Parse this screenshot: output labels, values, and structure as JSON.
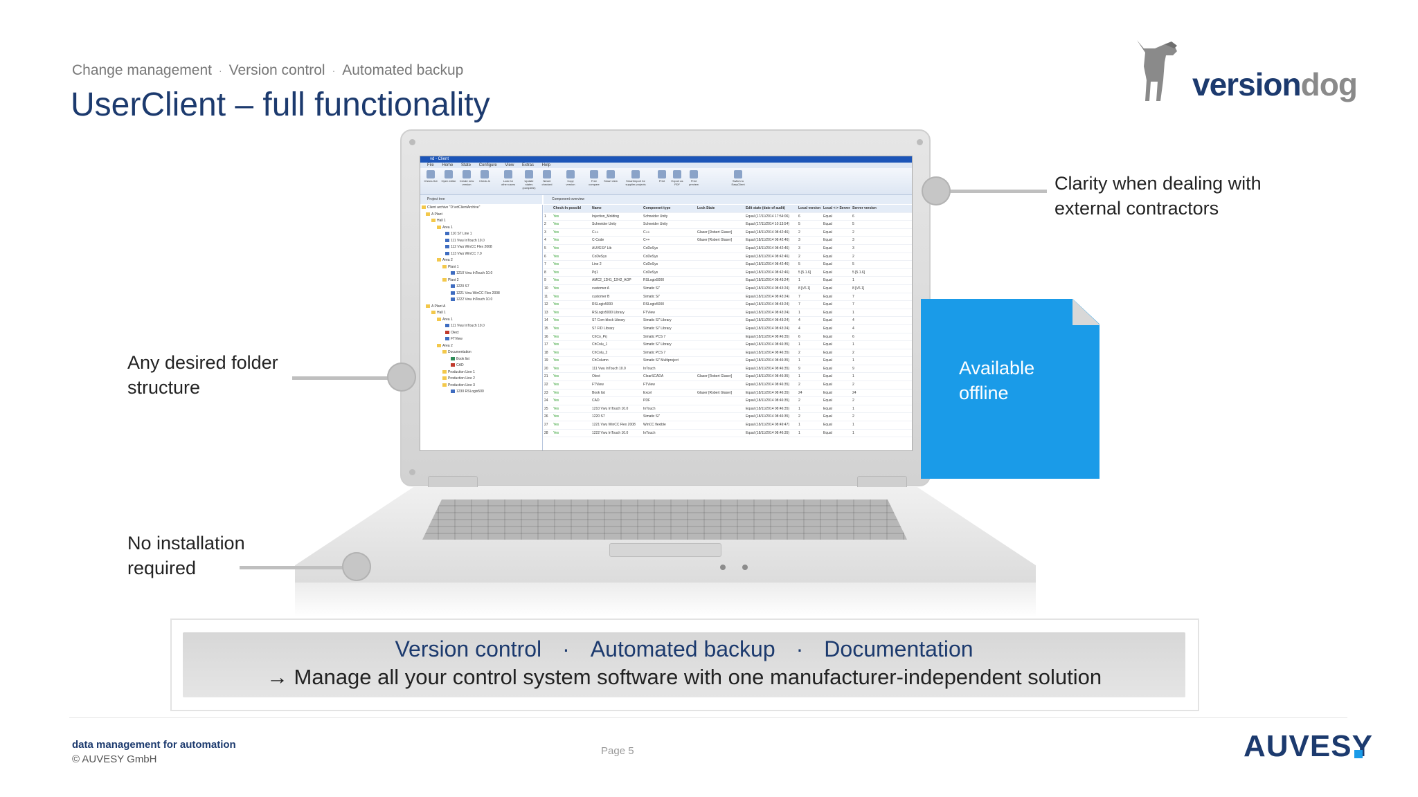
{
  "header": {
    "breadcrumbs": [
      "Change management",
      "Version control",
      "Automated backup"
    ],
    "title": "UserClient – full functionality",
    "logo_text_1": "version",
    "logo_text_2": "dog"
  },
  "callouts": {
    "clarity": "Clarity when dealing with external contractors",
    "folder": "Any desired folder structure",
    "install": "No installation required",
    "offline": "Available offline"
  },
  "app": {
    "window_title": "vd - Client",
    "menu": [
      "File",
      "Home",
      "State",
      "Configure",
      "View",
      "Extras",
      "Help"
    ],
    "ribbon": [
      "Check-Out",
      "Open editor",
      "Create new version",
      "Check-In",
      "Lock for other users",
      "Update states (complete)",
      "Newer checked",
      "Copy version",
      "Free compare",
      "Smart view",
      "SmartImport for supplier projects",
      "Print",
      "Export as PDF",
      "Print preview",
      "Switch to EasyClient"
    ],
    "tree_title": "Project tree",
    "tree": [
      "Client archive \"D:\\vdClientArchive\"",
      "A Plant",
      "Hall 1",
      "Area 1",
      "110 S7 Line 1",
      "111 Vwu InTouch 10.0",
      "112 Vwu WinCC Flex 2008",
      "113 Vwu WinCC 7.0",
      "Area 2",
      "Plant 1",
      "1210 Vwu InTouch 10.0",
      "Plant 2",
      "1220 S7",
      "1221 Vwu WinCC Flex 2008",
      "1222 Vwu InTouch 10.0",
      "A Plant A",
      "Hall 1",
      "Area 1",
      "111 Vwu InTouch 10.0",
      "Olect",
      "FTView",
      "Area 2",
      "Documentation",
      "Book list",
      "CAD",
      "Production Line 1",
      "Production Line 2",
      "Production Line 3",
      "1230 RSLogix500"
    ],
    "grid_title": "Component overview",
    "columns": [
      "Check-In possible",
      "Name",
      "Component type",
      "Lock State",
      "Edit state (date of audit)",
      "Local version",
      "Local <-> Server",
      "Server version"
    ],
    "rows": [
      [
        "1",
        "Yes",
        "Injection_Molding",
        "Schneider Unity",
        "",
        "Equal (17/11/2014 17:54:06)",
        "6",
        "Equal",
        "6"
      ],
      [
        "2",
        "Yes",
        "Schneider Unity",
        "Schneider Unity",
        "",
        "Equal (17/11/2014 10:13:54)",
        "5",
        "Equal",
        "5"
      ],
      [
        "3",
        "Yes",
        "C++",
        "C++",
        "Glaser [Robert Glaser]",
        "Equal (18/11/2014 08:42:46)",
        "2",
        "Equal",
        "2"
      ],
      [
        "4",
        "Yes",
        "C-Code",
        "C++",
        "Glaser [Robert Glaser]",
        "Equal (18/11/2014 08:42:46)",
        "3",
        "Equal",
        "3"
      ],
      [
        "5",
        "Yes",
        "AUVESY Lib",
        "CoDeSys",
        "",
        "Equal (18/11/2014 08:42:46)",
        "3",
        "Equal",
        "3"
      ],
      [
        "6",
        "Yes",
        "CoDeSys",
        "CoDeSys",
        "",
        "Equal (18/11/2014 08:42:46)",
        "2",
        "Equal",
        "2"
      ],
      [
        "7",
        "Yes",
        "Line 2",
        "CoDeSys",
        "",
        "Equal (18/11/2014 08:42:46)",
        "5",
        "Equal",
        "5"
      ],
      [
        "8",
        "Yes",
        "Prj1",
        "CoDeSys",
        "",
        "Equal (18/11/2014 08:42:46)",
        "5 [5.1.6]",
        "Equal",
        "5 [5.1.6]"
      ],
      [
        "9",
        "Yes",
        "AMC2_12H1_12H2_AOP",
        "RSLogix5000",
        "",
        "Equal (18/11/2014 08:43:24)",
        "1",
        "Equal",
        "1"
      ],
      [
        "10",
        "Yes",
        "customer A",
        "Simatic S7",
        "",
        "Equal (18/11/2014 08:43:24)",
        "8 [V6.1]",
        "Equal",
        "8 [V6.1]"
      ],
      [
        "11",
        "Yes",
        "customer B",
        "Simatic S7",
        "",
        "Equal (18/11/2014 08:43:24)",
        "7",
        "Equal",
        "7"
      ],
      [
        "12",
        "Yes",
        "RSLogix5000",
        "RSLogix5000",
        "",
        "Equal (18/11/2014 08:43:24)",
        "7",
        "Equal",
        "7"
      ],
      [
        "13",
        "Yes",
        "RSLogix5000 Library",
        "FTView",
        "",
        "Equal (18/11/2014 08:43:24)",
        "1",
        "Equal",
        "1"
      ],
      [
        "14",
        "Yes",
        "S7 Com block Library",
        "Simatic S7 Library",
        "",
        "Equal (18/11/2014 08:43:24)",
        "4",
        "Equal",
        "4"
      ],
      [
        "15",
        "Yes",
        "S7 FID Library",
        "Simatic S7 Library",
        "",
        "Equal (18/11/2014 08:43:24)",
        "4",
        "Equal",
        "4"
      ],
      [
        "16",
        "Yes",
        "ChCo_Prj",
        "Simatic PCS 7",
        "",
        "Equal (18/11/2014 08:46:35)",
        "6",
        "Equal",
        "6"
      ],
      [
        "17",
        "Yes",
        "ChColu_1",
        "Simatic S7 Library",
        "",
        "Equal (18/11/2014 08:46:35)",
        "1",
        "Equal",
        "1"
      ],
      [
        "18",
        "Yes",
        "ChColu_2",
        "Simatic PCS 7",
        "",
        "Equal (18/11/2014 08:46:35)",
        "2",
        "Equal",
        "2"
      ],
      [
        "19",
        "Yes",
        "ChColumn",
        "Simatic S7 Multiproject",
        "",
        "Equal (18/11/2014 08:46:35)",
        "1",
        "Equal",
        "1"
      ],
      [
        "20",
        "Yes",
        "111 Vwu InTouch 10.0",
        "InTouch",
        "",
        "Equal (18/11/2014 08:46:35)",
        "9",
        "Equal",
        "9"
      ],
      [
        "21",
        "Yes",
        "Olect",
        "ClearSCADA",
        "Glaser [Robert Glaser]",
        "Equal (18/11/2014 08:46:35)",
        "1",
        "Equal",
        "1"
      ],
      [
        "22",
        "Yes",
        "FTView",
        "FTView",
        "",
        "Equal (18/11/2014 08:46:35)",
        "2",
        "Equal",
        "2"
      ],
      [
        "23",
        "Yes",
        "Book list",
        "Excel",
        "Glaser [Robert Glaser]",
        "Equal (18/11/2014 08:46:35)",
        "24",
        "Equal",
        "24"
      ],
      [
        "24",
        "Yes",
        "CAD",
        "PDF",
        "",
        "Equal (18/11/2014 08:46:35)",
        "2",
        "Equal",
        "2"
      ],
      [
        "25",
        "Yes",
        "1210 Vwu InTouch 10.0",
        "InTouch",
        "",
        "Equal (18/11/2014 08:46:35)",
        "1",
        "Equal",
        "1"
      ],
      [
        "26",
        "Yes",
        "1220 S7",
        "Simatic S7",
        "",
        "Equal (18/11/2014 08:46:35)",
        "2",
        "Equal",
        "2"
      ],
      [
        "27",
        "Yes",
        "1221 Vwu WinCC Flex 2008",
        "WinCC flexible",
        "",
        "Equal (18/11/2014 08:49:47)",
        "1",
        "Equal",
        "1"
      ],
      [
        "28",
        "Yes",
        "1222 Vwu InTouch 10.0",
        "InTouch",
        "",
        "Equal (18/11/2014 08:46:35)",
        "1",
        "Equal",
        "1"
      ]
    ]
  },
  "banner": {
    "items": [
      "Version control",
      "Automated backup",
      "Documentation"
    ],
    "arrow": "→",
    "tagline": "Manage all your control system software with one manufacturer-independent solution"
  },
  "footer": {
    "tagline": "data management for automation",
    "copyright": "© AUVESY GmbH",
    "page": "Page  5",
    "brand": "AUVESY"
  },
  "colors": {
    "navy": "#1c3a6e",
    "accent_blue": "#1a9be8"
  }
}
